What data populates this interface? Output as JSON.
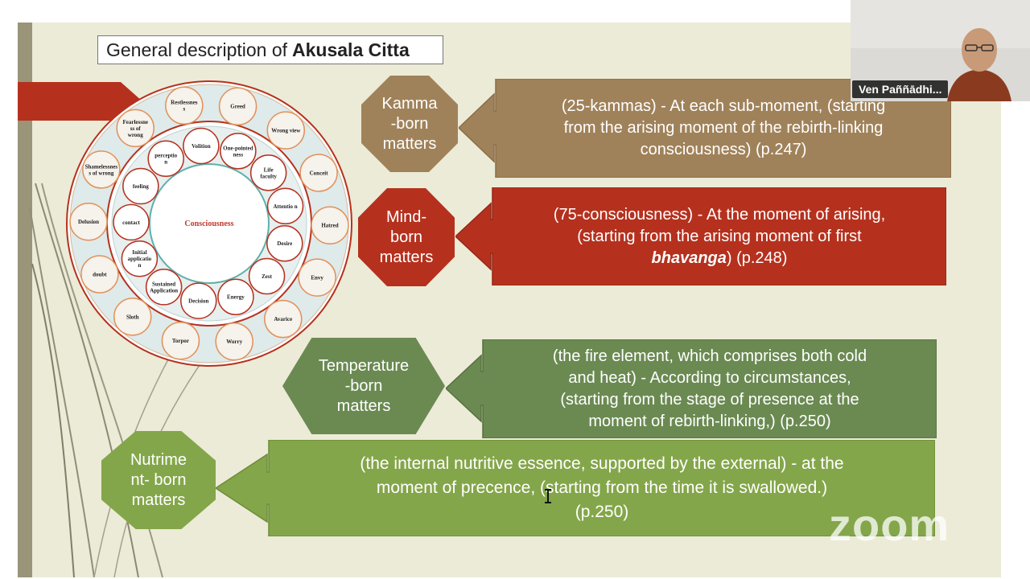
{
  "title": {
    "prefix": "General description of",
    "bold": "Akusala Citta"
  },
  "wheel": {
    "center": "Consciousness",
    "inner_ring": [
      {
        "label": "Volition"
      },
      {
        "label": "One-pointed ness"
      },
      {
        "label": "Life faculty"
      },
      {
        "label": "Attentio n"
      },
      {
        "label": "Desire"
      },
      {
        "label": "Zest"
      },
      {
        "label": "Energy"
      },
      {
        "label": "Decision"
      },
      {
        "label": "Sustained Application"
      },
      {
        "label": "Initial applicatio n"
      },
      {
        "label": "contact"
      },
      {
        "label": "feeling"
      },
      {
        "label": "perceptio n"
      }
    ],
    "outer_ring": [
      {
        "label": "Restlessnes s"
      },
      {
        "label": "Greed"
      },
      {
        "label": "Wrong view"
      },
      {
        "label": "Conceit"
      },
      {
        "label": "Hatred"
      },
      {
        "label": "Envy"
      },
      {
        "label": "Avarice"
      },
      {
        "label": "Worry"
      },
      {
        "label": "Torpor"
      },
      {
        "label": "Sloth"
      },
      {
        "label": "doubt"
      },
      {
        "label": "Delusion"
      },
      {
        "label": "Shamelessnes s of wrong"
      },
      {
        "label": "Fearlessne ss of wrong"
      }
    ]
  },
  "rows": [
    {
      "label_lines": [
        "Kamma",
        "-born",
        "matters"
      ],
      "text_lines": [
        "(25-kammas) - At each sub-moment, (starting",
        "from the arising moment of the rebirth-linking",
        "consciousness) (p.247)"
      ]
    },
    {
      "label_lines": [
        "Mind-",
        "born",
        "matters"
      ],
      "text_lines": [
        "(75-consciousness) - At the moment of arising,",
        "(starting from the arising moment of first"
      ],
      "text_bold_italic": "bhavanga",
      "text_tail": ") (p.248)"
    },
    {
      "label_lines": [
        "Temperature",
        "-born",
        "matters"
      ],
      "text_lines": [
        "(the fire element, which comprises both cold",
        "and heat) -  According to circumstances,",
        "(starting from the stage of presence at the",
        "moment of rebirth-linking,) (p.250)"
      ]
    },
    {
      "label_lines": [
        "Nutrime",
        "nt- born",
        "matters"
      ],
      "text_lines": [
        "(the internal nutritive essence, supported by the external) - at the",
        "moment of precence, (starting from the time it is swallowed.)",
        "(p.250)"
      ]
    }
  ],
  "zoom": {
    "logo": "zoom"
  },
  "video": {
    "name": "Ven Paññādhi..."
  },
  "colors": {
    "brown": "#a0825a",
    "red": "#b5311e",
    "green_dark": "#6b8a52",
    "green_light": "#84a64a",
    "slide_bg": "#ecebd7"
  },
  "icons": {
    "cursor": "text-cursor-icon"
  }
}
